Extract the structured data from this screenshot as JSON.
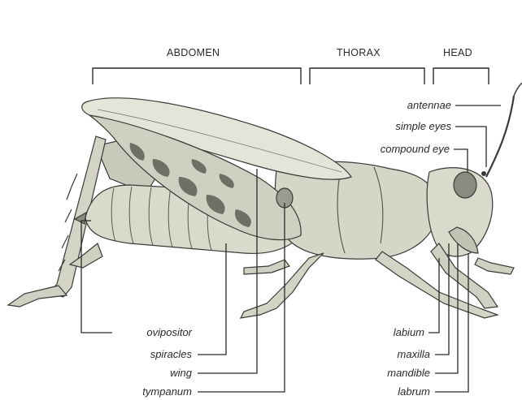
{
  "regions": {
    "abdomen": "ABDOMEN",
    "thorax": "THORAX",
    "head": "HEAD"
  },
  "labels_right_top": {
    "antennae": "antennae",
    "simple_eyes": "simple eyes",
    "compound_eye": "compound eye"
  },
  "labels_left_bottom": {
    "ovipositor": "ovipositor",
    "spiracles": "spiracles",
    "wing": "wing",
    "tympanum": "tympanum"
  },
  "labels_right_bottom": {
    "labium": "labium",
    "maxilla": "maxilla",
    "mandible": "mandible",
    "labrum": "labrum"
  },
  "colors": {
    "ink": "#2a2a2a",
    "body_fill": "#d9d9cc",
    "wing_fill": "#e4e4d8",
    "dark_pattern": "#6f6f66"
  }
}
